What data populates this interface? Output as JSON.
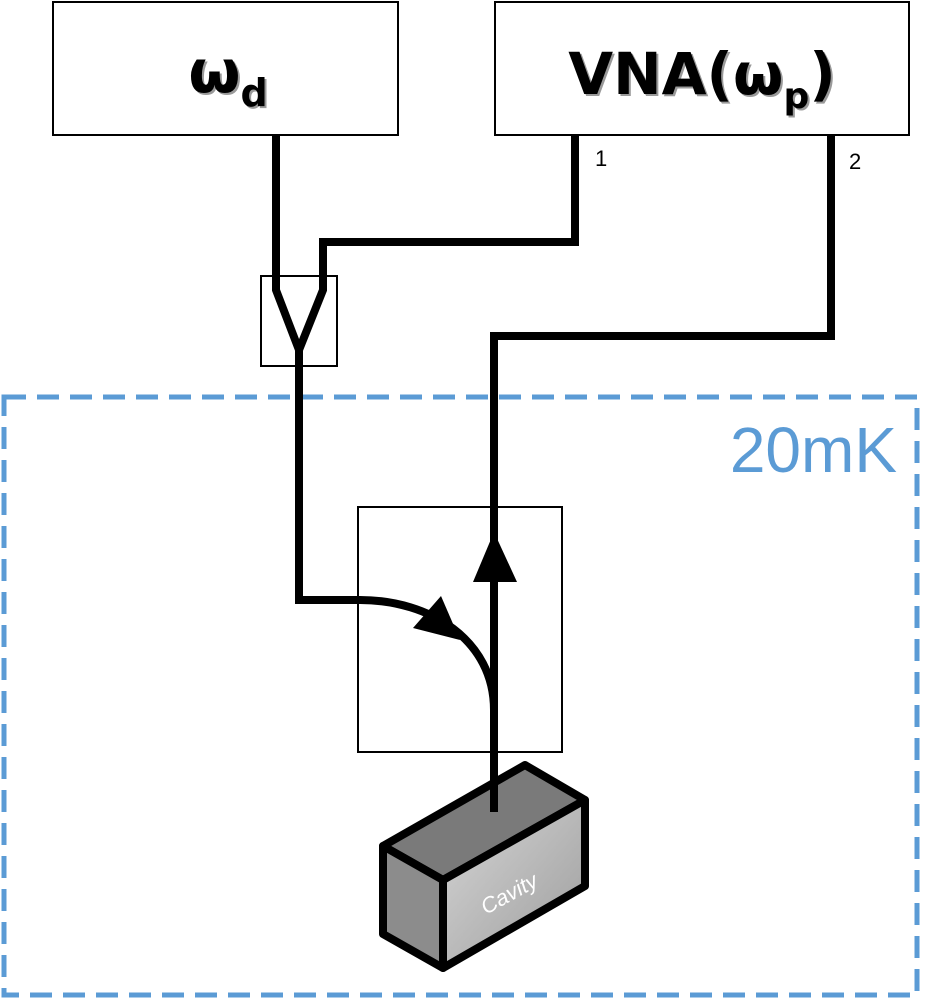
{
  "drive_source": {
    "symbol": "ω",
    "subscript": "d"
  },
  "vna": {
    "prefix": "VNA(",
    "symbol": "ω",
    "subscript": "p",
    "suffix": ")",
    "port_1": "1",
    "port_2": "2"
  },
  "cold_stage": {
    "label": "20mK",
    "color": "#5b9bd5"
  },
  "cavity": {
    "label": "Cavity"
  },
  "components": {
    "combiner_icon": "y-combiner-icon",
    "circulator_icon": "circulator-icon"
  },
  "colors": {
    "wire": "#000000",
    "cavity_top": "#7a7a7a",
    "cavity_side": "#8c8c8c",
    "cavity_front_light": "#d6d6d6",
    "cavity_front_dark": "#9c9c9c"
  }
}
